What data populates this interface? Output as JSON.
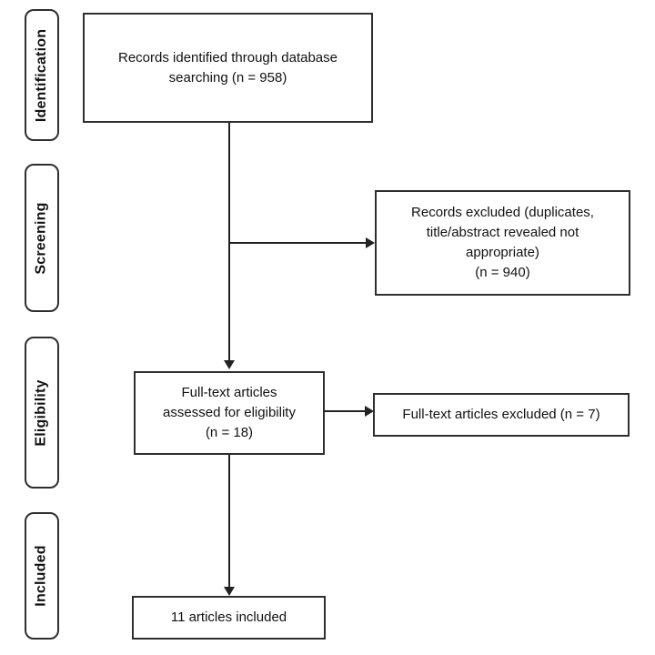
{
  "diagram": {
    "kind": "prisma-flow-diagram",
    "colors": {
      "background": "#ffffff",
      "border": "#2f2f2f",
      "text": "#111111",
      "line": "#222222"
    },
    "stages": [
      {
        "id": "identification",
        "label": "Identification"
      },
      {
        "id": "screening",
        "label": "Screening"
      },
      {
        "id": "eligibility",
        "label": "Eligibility"
      },
      {
        "id": "included",
        "label": "Included"
      }
    ],
    "boxes": [
      {
        "id": "records-identified",
        "lines": [
          "Records identified through database",
          "searching (n = 958)"
        ],
        "n": 958
      },
      {
        "id": "records-excluded",
        "lines": [
          "Records excluded (duplicates,",
          "title/abstract revealed not",
          "appropriate)",
          "(n = 940)"
        ],
        "n": 940
      },
      {
        "id": "fulltext-assessed",
        "lines": [
          "Full-text articles",
          "assessed for eligibility",
          "(n = 18)"
        ],
        "n": 18
      },
      {
        "id": "fulltext-excluded",
        "lines": [
          "Full-text articles excluded (n = 7)"
        ],
        "n": 7
      },
      {
        "id": "articles-included",
        "lines": [
          "11 articles included"
        ],
        "n": 11
      }
    ]
  }
}
